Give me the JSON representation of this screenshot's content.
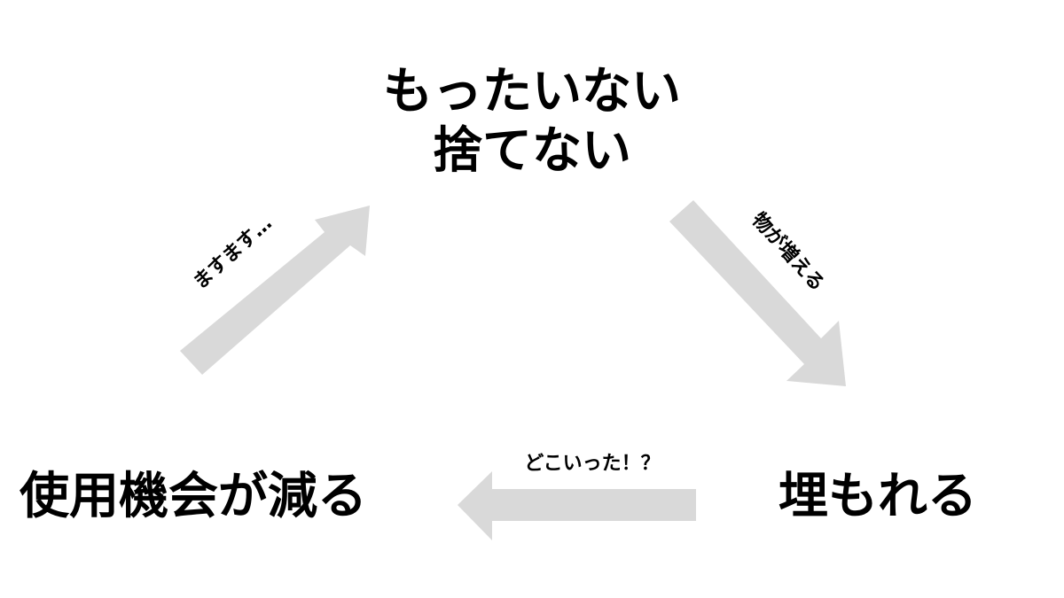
{
  "nodes": {
    "top_line1": "もったいない",
    "top_line2": "捨てない",
    "right": "埋もれる",
    "left": "使用機会が減る"
  },
  "arrows": {
    "top_to_right_label": "物が増える",
    "right_to_left_label": "どこいった！？",
    "left_to_top_label": "ますます…"
  },
  "colors": {
    "arrow": "#d9d9d9",
    "text": "#000000",
    "background": "#ffffff"
  }
}
